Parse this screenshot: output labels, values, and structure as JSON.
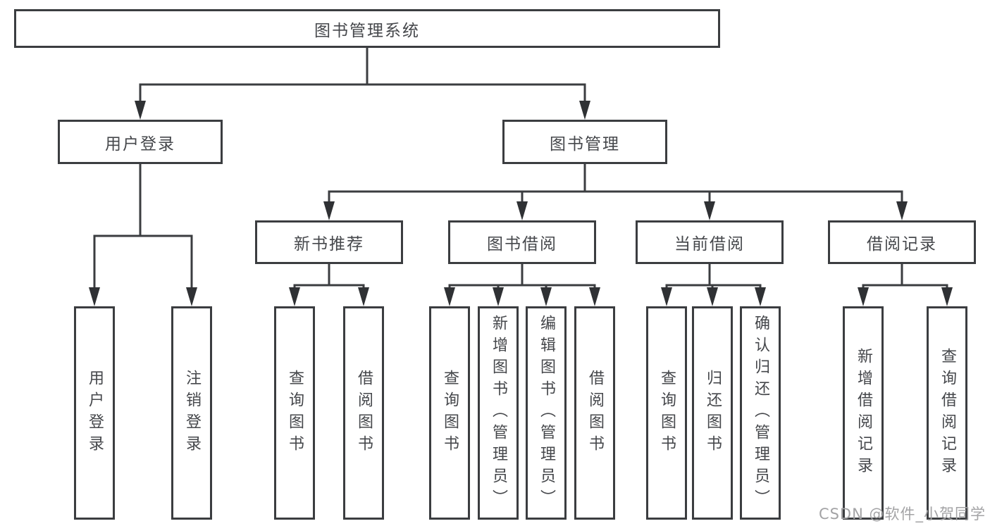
{
  "colors": {
    "line": "#3b3d40",
    "text": "#45474b",
    "watermark": "#a3a3a5",
    "background": "#ffffff"
  },
  "watermark": "CSDN @软件_小贺同学",
  "diagram": {
    "type": "hierarchy-tree",
    "root": "图书管理系统",
    "level2": {
      "user_login": "用户登录",
      "book_mgmt": "图书管理"
    },
    "level3": {
      "new_books": "新书推荐",
      "borrow": "图书借阅",
      "current": "当前借阅",
      "records": "借阅记录"
    },
    "leaves": {
      "user_login_1": "用户登录",
      "user_login_2": "注销登录",
      "new_books_1": "查询图书",
      "new_books_2": "借阅图书",
      "borrow_1": "查询图书",
      "borrow_2": "新增图书（管理员）",
      "borrow_3": "编辑图书（管理员）",
      "borrow_4": "借阅图书",
      "current_1": "查询图书",
      "current_2": "归还图书",
      "current_3": "确认归还（管理员）",
      "records_1": "新增借阅记录",
      "records_2": "查询借阅记录"
    }
  }
}
